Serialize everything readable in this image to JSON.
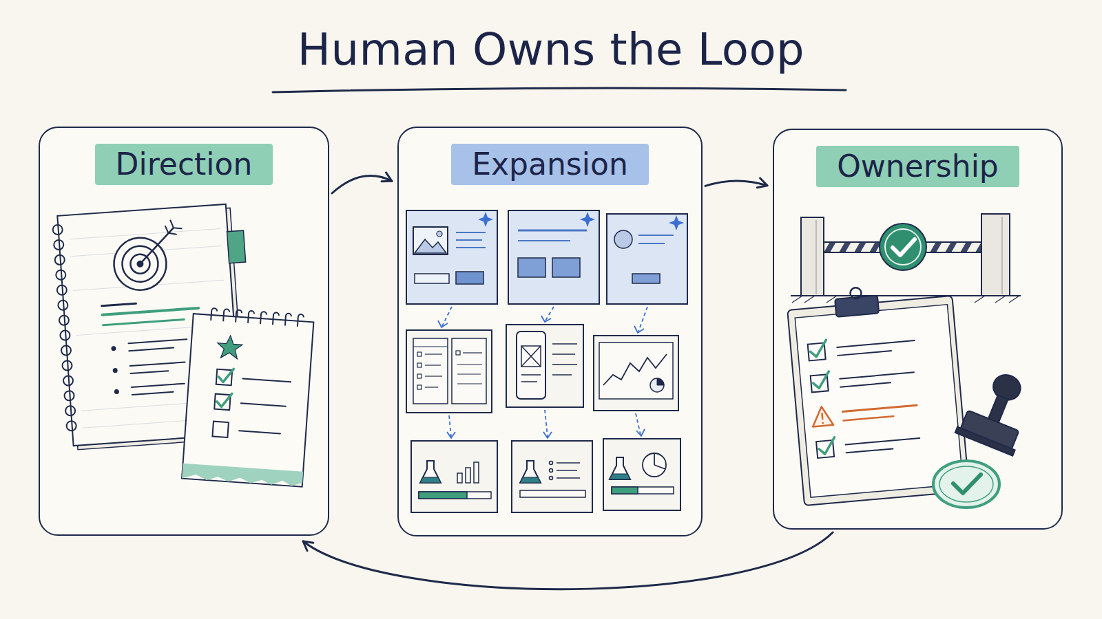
{
  "diagram": {
    "title": "Human Owns the Loop",
    "nodes": [
      {
        "text": [
          "Direction"
        ]
      },
      {
        "text": [
          "Expansion"
        ]
      },
      {
        "text": [
          "Ownership"
        ]
      }
    ],
    "edges": [
      {
        "from": 0,
        "to": 1,
        "arrow": "to"
      },
      {
        "from": 1,
        "to": 2,
        "arrow": "to"
      },
      {
        "from": 2,
        "to": 0,
        "arrow": "to"
      }
    ]
  }
}
